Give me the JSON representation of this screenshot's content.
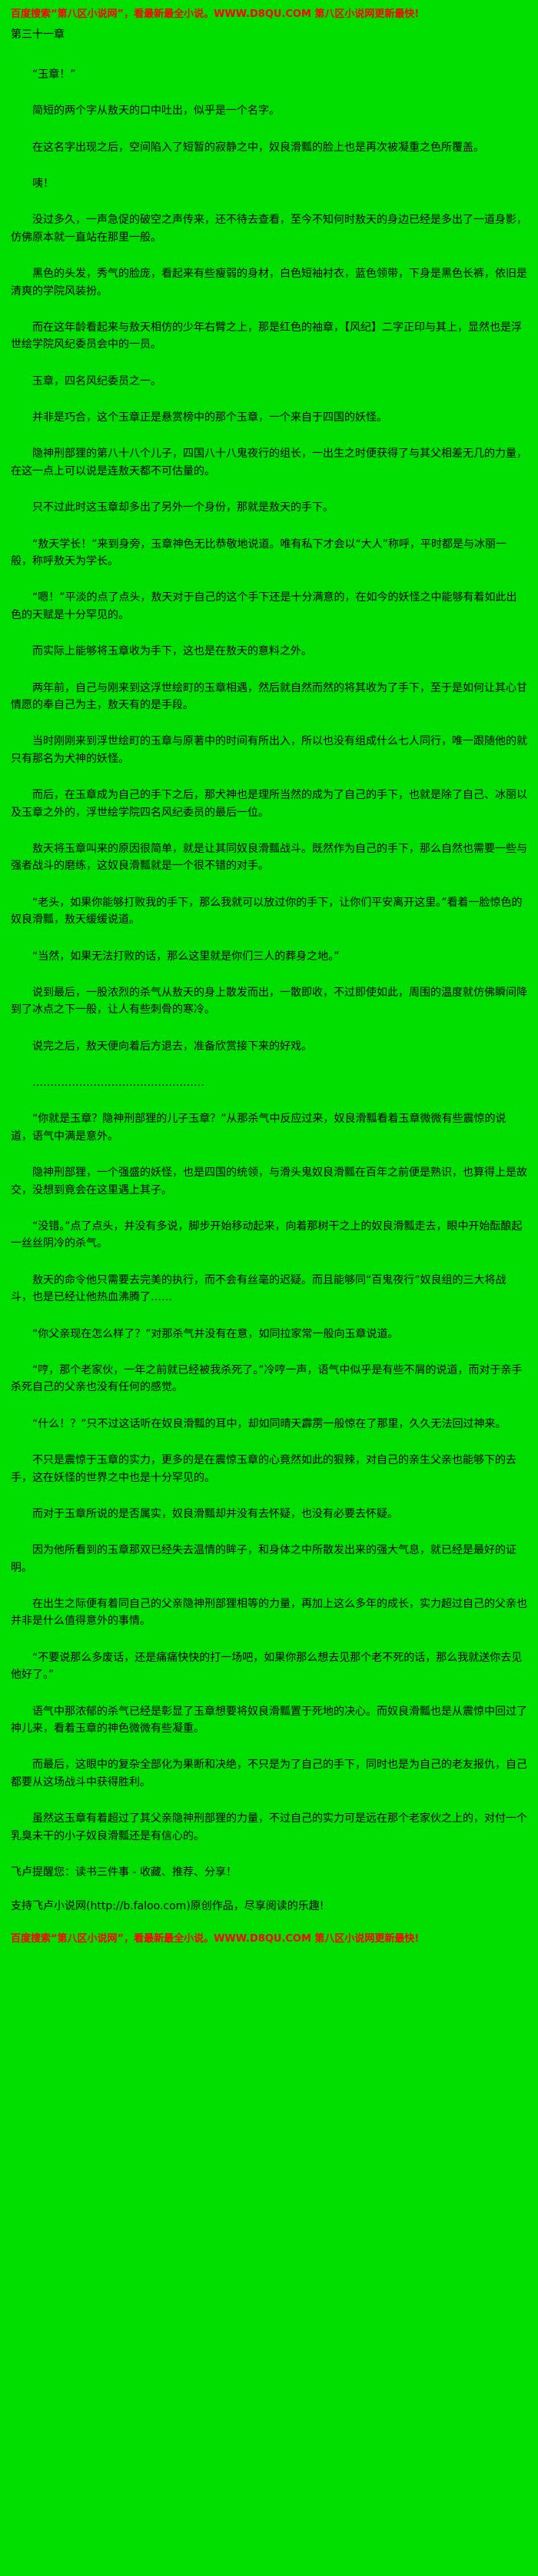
{
  "colors": {
    "background": "#00DF00",
    "notice": "#FF0000",
    "text": "#000000"
  },
  "page": {
    "header_notice": "百度搜索“第八区小说网”，看最新最全小说。WWW.D8QU.COM  第八区小说网更新最快!",
    "chapter_title": "第三十一章",
    "paragraphs": [
      "“玉章！”",
      "简短的两个字从敖天的口中吐出，似乎是一个名字。",
      "在这名字出现之后，空间陷入了短暂的寂静之中，奴良滑瓢的脸上也是再次被凝重之色所覆盖。",
      "咦！",
      "没过多久，一声急促的破空之声传来，还不待去查看，至今不知何时敖天的身边已经是多出了一道身影，仿佛原本就一直站在那里一般。",
      "黑色的头发，秀气的脸庞，看起来有些瘦弱的身材，白色短袖衬衣，蓝色领带，下身是黑色长裤，依旧是清爽的学院风装扮。",
      "而在这年龄看起来与敖天相仿的少年右臂之上，那是红色的袖章，【风纪】二字正印与其上，显然也是浮世绘学院风纪委员会中的一员。",
      "玉章，四名风纪委员之一。",
      "并非是巧合，这个玉章正是悬赏榜中的那个玉章，一个来自于四国的妖怪。",
      "隐神刑部狸的第八十八个儿子，四国八十八鬼夜行的组长，一出生之时便获得了与其父相差无几的力量，在这一点上可以说是连敖天都不可估量的。",
      "只不过此时这玉章却多出了另外一个身份，那就是敖天的手下。",
      "“敖天学长！”来到身旁，玉章神色无比恭敬地说道。唯有私下才会以“大人”称呼，平时都是与冰丽一般，称呼敖天为学长。",
      "“嗯！”平淡的点了点头，敖天对于自己的这个手下还是十分满意的，在如今的妖怪之中能够有着如此出色的天赋是十分罕见的。",
      "而实际上能够将玉章收为手下，这也是在敖天的意料之外。",
      "两年前，自己与刚来到这浮世绘町的玉章相遇，然后就自然而然的将其收为了手下，至于是如何让其心甘情愿的奉自己为主，敖天有的是手段。",
      "当时刚刚来到浮世绘町的玉章与原著中的时间有所出入，所以也没有组成什么七人同行，唯一跟随他的就只有那名为犬神的妖怪。",
      "而后，在玉章成为自己的手下之后，那犬神也是理所当然的成为了自己的手下，也就是除了自己、冰丽以及玉章之外的，浮世绘学院四名风纪委员的最后一位。",
      "敖天将玉章叫来的原因很简单，就是让其同奴良滑瓢战斗。既然作为自己的手下，那么自然也需要一些与强者战斗的磨练，这奴良滑瓢就是一个很不错的对手。",
      "“老头，如果你能够打败我的手下，那么我就可以放过你的手下，让你们平安离开这里。”看着一脸惊色的奴良滑瓢，敖天缓缓说道。",
      "“当然，如果无法打败的话，那么这里就是你们三人的葬身之地。”",
      "说到最后，一股浓烈的杀气从敖天的身上散发而出，一散即收，不过即使如此，周围的温度就仿佛瞬间降到了冰点之下一般，让人有些刺骨的寒冷。",
      "说完之后，敖天便向着后方退去，准备欣赏接下来的好戏。",
      "…………………………………………",
      "“你就是玉章？隐神刑部狸的儿子玉章？”从那杀气中反应过来，奴良滑瓢看着玉章微微有些震惊的说道，语气中满是意外。",
      "隐神刑部狸，一个强盛的妖怪，也是四国的统领，与滑头鬼奴良滑瓢在百年之前便是熟识，也算得上是故交，没想到竟会在这里遇上其子。",
      "“没错。”点了点头，并没有多说，脚步开始移动起来，向着那树干之上的奴良滑瓢走去，眼中开始酝酿起一丝丝阴冷的杀气。",
      "敖天的命令他只需要去完美的执行，而不会有丝毫的迟疑。而且能够同“百鬼夜行”奴良组的三大将战斗，也是已经让他热血沸腾了……",
      "“你父亲现在怎么样了？”对那杀气并没有在意，如同拉家常一般向玉章说道。",
      "“哼，那个老家伙，一年之前就已经被我杀死了。”冷哼一声，语气中似乎是有些不屑的说道，而对于亲手杀死自己的父亲也没有任何的感觉。",
      "“什么！？”只不过这话听在奴良滑瓢的耳中，却如同晴天霹雳一般惊在了那里，久久无法回过神来。",
      "不只是震惊于玉章的实力，更多的是在震惊玉章的心竟然如此的狠辣，对自己的亲生父亲也能够下的去手，这在妖怪的世界之中也是十分罕见的。",
      "而对于玉章所说的是否属实，奴良滑瓢却并没有去怀疑，也没有必要去怀疑。",
      "因为他所看到的玉章那双已经失去温情的眸子，和身体之中所散发出来的强大气息，就已经是最好的证明。",
      "在出生之际便有着同自己的父亲隐神刑部狸相等的力量，再加上这么多年的成长，实力超过自己的父亲也并非是什么值得意外的事情。",
      "“不要说那么多废话，还是痛痛快快的打一场吧，如果你那么想去见那个老不死的话，那么我就送你去见他好了。”",
      "语气中那浓郁的杀气已经是彰显了玉章想要将奴良滑瓢置于死地的决心。而奴良滑瓢也是从震惊中回过了神儿来，看着玉章的神色微微有些凝重。",
      "而最后，这眼中的复杂全部化为果断和决绝，不只是为了自己的手下，同时也是为自己的老友报仇，自己都要从这场战斗中获得胜利。",
      "虽然这玉章有着超过了其父亲隐神刑部狸的力量，不过自己的实力可是远在那个老家伙之上的，对付一个乳臭未干的小子奴良滑瓢还是有信心的。"
    ],
    "footer_reminder": "飞卢提醒您：读书三件事 - 收藏、推荐、分享！",
    "footer_support": "支持飞卢小说网(http://b.faloo.com)原创作品，尽享阅读的乐趣!",
    "footer_notice": "百度搜索“第八区小说网”，看最新最全小说。WWW.D8QU.COM  第八区小说网更新最快!"
  }
}
